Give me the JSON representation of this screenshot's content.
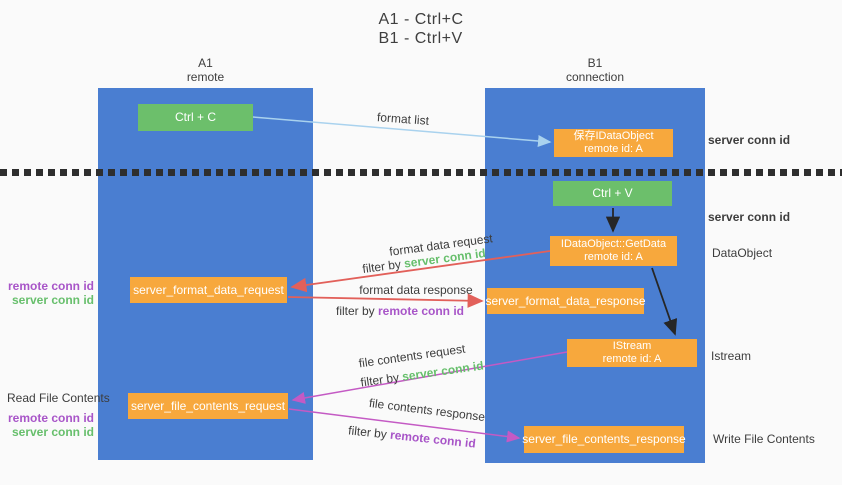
{
  "title": {
    "line1": "A1 - Ctrl+C",
    "line2": "B1 - Ctrl+V"
  },
  "lanes": {
    "a1": {
      "title": "A1",
      "subtitle": "remote"
    },
    "b1": {
      "title": "B1",
      "subtitle": "connection"
    }
  },
  "nodes": {
    "ctrl_c": {
      "label": "Ctrl + C"
    },
    "save_idataobject": {
      "line1": "保存IDataObject",
      "line2": "remote id: A"
    },
    "ctrl_v": {
      "label": "Ctrl + V"
    },
    "getdata": {
      "line1": "IDataObject::GetData",
      "line2": "remote id: A"
    },
    "format_request": {
      "label": "server_format_data_request"
    },
    "format_response": {
      "label": "server_format_data_response"
    },
    "istream": {
      "line1": "IStream",
      "line2": "remote id: A"
    },
    "file_request": {
      "label": "server_file_contents_request"
    },
    "file_response": {
      "label": "server_file_contents_response"
    }
  },
  "arrow_labels": {
    "format_list": "format list",
    "format_data_request": "format data request",
    "format_data_response": "format data response",
    "file_contents_request": "file contents request",
    "file_contents_response": "file contents response",
    "filter_by": "filter by ",
    "server_conn_id": "server conn id",
    "remote_conn_id": "remote conn id"
  },
  "side_labels": {
    "server_conn_id_top": "server conn id",
    "server_conn_id_mid": "server conn id",
    "dataobject": "DataObject",
    "istream": "Istream",
    "read_file_contents": "Read File Contents",
    "write_file_contents": "Write File Contents",
    "remote_conn_id_format": "remote conn id",
    "server_conn_id_format": "server conn id",
    "remote_conn_id_file": "remote conn id",
    "server_conn_id_file": "server conn id"
  },
  "colors": {
    "column_blue": "#4a7ed1",
    "box_green": "#6cbf6b",
    "box_orange": "#f7a83d",
    "green_text": "#67bf6c",
    "purple_text": "#a855c8",
    "red_arrow": "#e2605a",
    "magenta_arrow": "#c45ac4",
    "light_blue_arrow": "#a9d2ee",
    "black_arrow": "#262626",
    "dash_color": "#2e2e2e"
  }
}
